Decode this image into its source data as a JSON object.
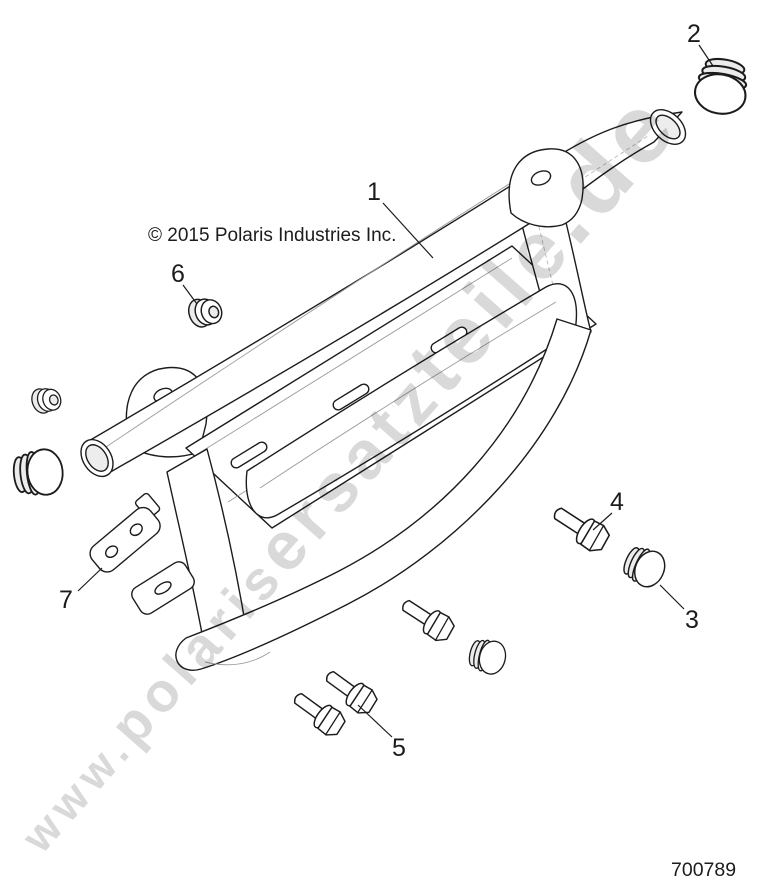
{
  "copyright": "© 2015 Polaris Industries Inc.",
  "part_number": "700789",
  "watermark": {
    "text_full": "www.polarisersatzteile.de",
    "segments": [
      "www.",
      "polaris",
      "ersatz",
      "teile",
      ".de"
    ],
    "color": "#d2d2d2"
  },
  "callouts": [
    {
      "label": "1",
      "part": "front bumper weldment"
    },
    {
      "label": "2",
      "part": "tube end plug large"
    },
    {
      "label": "3",
      "part": "tube end plug"
    },
    {
      "label": "4",
      "part": "hex flange bolt"
    },
    {
      "label": "5",
      "part": "hex flange bolts"
    },
    {
      "label": "6",
      "part": "rubber grommet"
    },
    {
      "label": "7",
      "part": "mounting bracket"
    }
  ],
  "colors": {
    "background": "#ffffff",
    "line": "#1c1c1c",
    "text": "#1c1c1c",
    "watermark": "#d2d2d2",
    "shade": "#ececec"
  }
}
